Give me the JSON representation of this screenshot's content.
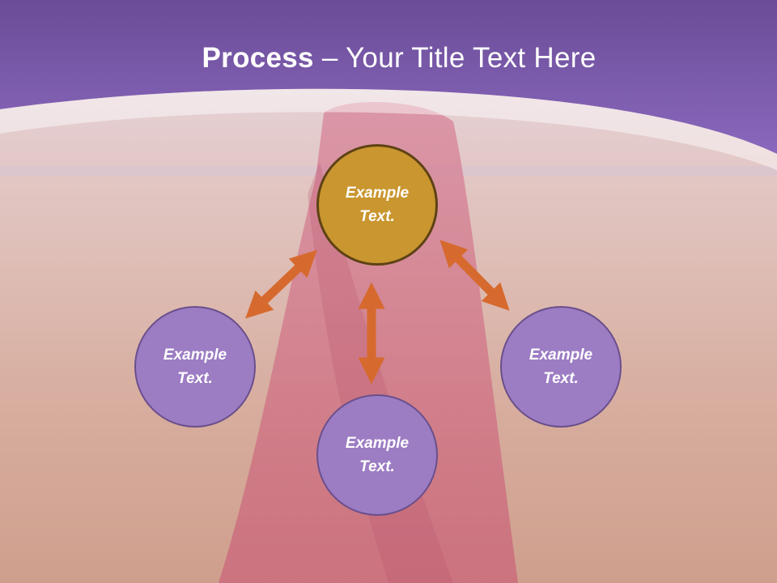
{
  "title": {
    "bold": "Process",
    "rest": " – Your Title Text Here"
  },
  "nodes": {
    "top": {
      "line1": "Example",
      "line2": "Text."
    },
    "left": {
      "line1": "Example",
      "line2": "Text."
    },
    "right": {
      "line1": "Example",
      "line2": "Text."
    },
    "bottom": {
      "line1": "Example",
      "line2": "Text."
    }
  },
  "colors": {
    "header": "#7a5aa8",
    "top_node": "#c9962f",
    "side_node": "#9c7cc3",
    "arrow": "#d66a2e"
  }
}
